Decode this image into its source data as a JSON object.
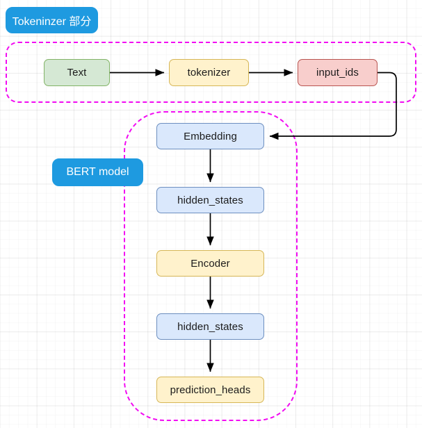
{
  "diagram": {
    "title": "BERT pipeline flowchart",
    "background": {
      "color": "#ffffff",
      "grid": "light-square-grid"
    },
    "groups": [
      {
        "id": "tokenizer-group",
        "label": "Tokeninzer 部分",
        "border_color": "#f20cf2",
        "border_style": "dashed"
      },
      {
        "id": "bert-group",
        "label": "BERT model",
        "border_color": "#f20cf2",
        "border_style": "dashed"
      }
    ],
    "tags": {
      "tokenizer_tag": "Tokeninzer 部分",
      "bert_tag": "BERT model",
      "tag_color": "#1e9ae0",
      "tag_text_color": "#ffffff"
    },
    "nodes": [
      {
        "id": "text",
        "label": "Text",
        "fill": "#d5e8d4",
        "stroke": "#82b366"
      },
      {
        "id": "tokenizer",
        "label": "tokenizer",
        "fill": "#fff2cc",
        "stroke": "#d6b656"
      },
      {
        "id": "input_ids",
        "label": "input_ids",
        "fill": "#f8cecc",
        "stroke": "#b85450"
      },
      {
        "id": "embedding",
        "label": "Embedding",
        "fill": "#dae8fc",
        "stroke": "#6c8ebf"
      },
      {
        "id": "hidden_states_1",
        "label": "hidden_states",
        "fill": "#dae8fc",
        "stroke": "#6c8ebf"
      },
      {
        "id": "encoder",
        "label": "Encoder",
        "fill": "#fff2cc",
        "stroke": "#d6b656"
      },
      {
        "id": "hidden_states_2",
        "label": "hidden_states",
        "fill": "#dae8fc",
        "stroke": "#6c8ebf"
      },
      {
        "id": "prediction_heads",
        "label": "prediction_heads",
        "fill": "#fff2cc",
        "stroke": "#d6b656"
      }
    ],
    "edges": [
      {
        "from": "text",
        "to": "tokenizer",
        "style": "arrow"
      },
      {
        "from": "tokenizer",
        "to": "input_ids",
        "style": "arrow"
      },
      {
        "from": "input_ids",
        "to": "embedding",
        "style": "arrow-elbow"
      },
      {
        "from": "embedding",
        "to": "hidden_states_1",
        "style": "arrow"
      },
      {
        "from": "hidden_states_1",
        "to": "encoder",
        "style": "arrow"
      },
      {
        "from": "encoder",
        "to": "hidden_states_2",
        "style": "arrow"
      },
      {
        "from": "hidden_states_2",
        "to": "prediction_heads",
        "style": "arrow"
      }
    ]
  }
}
